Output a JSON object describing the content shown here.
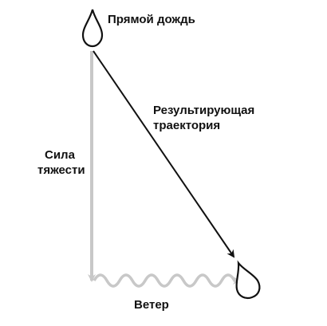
{
  "labels": {
    "straight_rain": "Прямой дождь",
    "resultant_line1": "Результирующая",
    "resultant_line2": "траектория",
    "gravity_line1": "Сила",
    "gravity_line2": "тяжести",
    "wind": "Ветер"
  },
  "icons": {
    "start_drop": "raindrop-icon",
    "end_drop": "raindrop-icon"
  },
  "colors": {
    "text": "#111111",
    "drop_stroke": "#111111",
    "resultant_arrow": "#111111",
    "gravity_arrow": "#c8c8c8",
    "wind_wave": "#c8c8c8",
    "background": "#ffffff"
  }
}
